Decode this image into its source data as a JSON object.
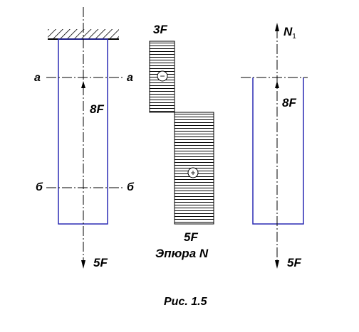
{
  "figure": {
    "caption": "Рис. 1.5",
    "colors": {
      "bar_outline": "#2a2ab4",
      "ink": "#000000"
    }
  },
  "left_bar": {
    "section_a_left": "a",
    "section_a_right": "a",
    "section_b_left": "б",
    "section_b_right": "б",
    "internal_force": "8F",
    "bottom_force": "5F"
  },
  "diagram": {
    "top_value": "3F",
    "bottom_value": "5F",
    "title": "Эпюра N",
    "top_sign": "−",
    "bottom_sign": "+"
  },
  "right_bar": {
    "reaction_label": "N",
    "reaction_subscript": "1",
    "internal_force": "8F",
    "bottom_force": "5F"
  }
}
